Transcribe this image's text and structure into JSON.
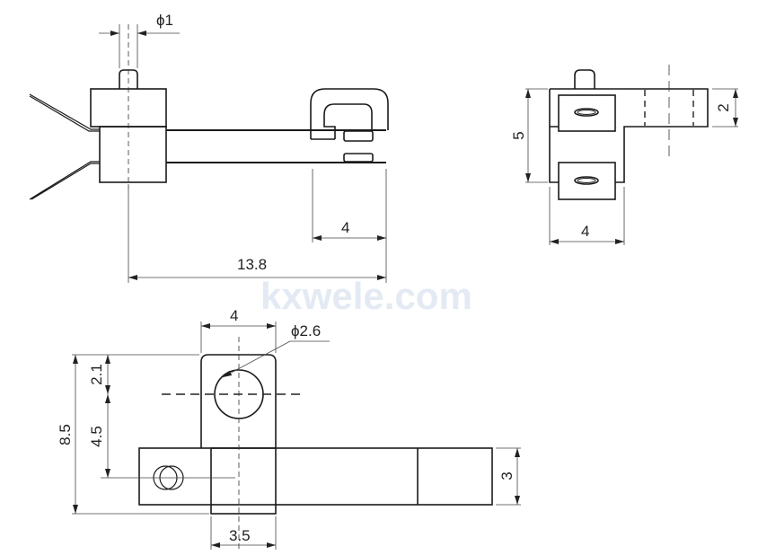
{
  "watermark": "kxwele.com",
  "side_view": {
    "pin_diameter": "ϕ1",
    "clip_length": "4",
    "total_length": "13.8"
  },
  "end_view": {
    "height": "5",
    "arm_height": "2",
    "width": "4"
  },
  "top_view": {
    "tab_width": "4",
    "hole_diameter": "ϕ2.6",
    "hole_offset": "2.1",
    "hole_to_pin": "4.5",
    "total_height": "8.5",
    "bar_height": "3",
    "block_width": "3.5"
  }
}
